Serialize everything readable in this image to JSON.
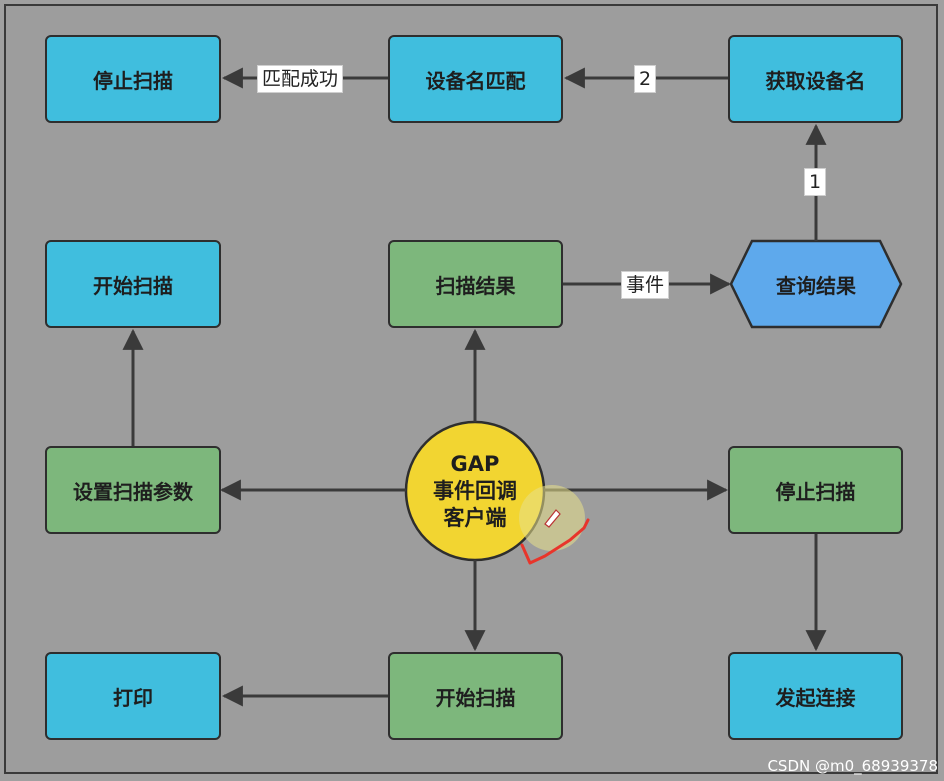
{
  "nodes": {
    "stop_scan_top": "停止扫描",
    "device_name_match": "设备名匹配",
    "get_device_name": "获取设备名",
    "start_scan_top": "开始扫描",
    "scan_result": "扫描结果",
    "query_result": "查询结果",
    "set_scan_params": "设置扫描参数",
    "center_line1": "GAP",
    "center_line2": "事件回调",
    "center_line3": "客户端",
    "stop_scan_right": "停止扫描",
    "print": "打印",
    "start_scan_bottom": "开始扫描",
    "initiate_connection": "发起连接"
  },
  "edge_labels": {
    "match_success": "匹配成功",
    "step_2": "2",
    "step_1": "1",
    "event": "事件"
  },
  "colors": {
    "blue_node": "#40bede",
    "green_node": "#7db77c",
    "hex_node": "#5ea9ec",
    "center_node": "#f2d531",
    "annotation": "#e8352b"
  },
  "watermark": "CSDN @m0_68939378"
}
